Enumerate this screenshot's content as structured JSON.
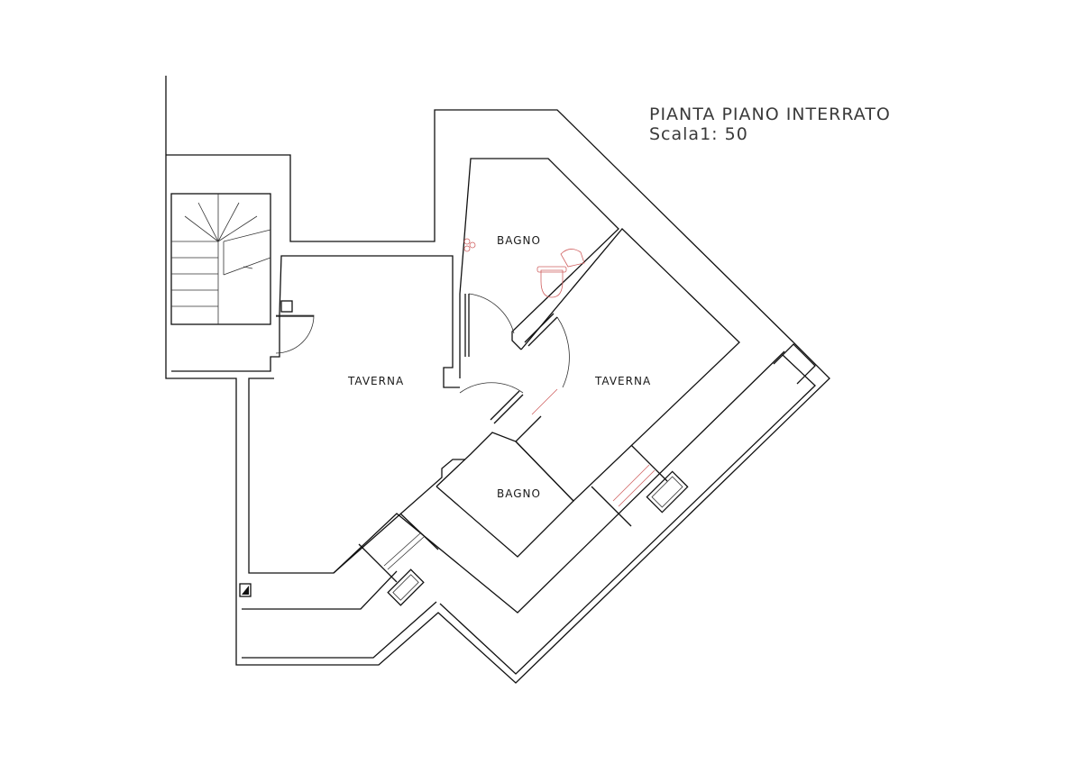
{
  "title": {
    "line1": "PIANTA PIANO INTERRATO",
    "line2": "Scala1: 50"
  },
  "rooms": {
    "taverna_left": "TAVERNA",
    "taverna_right": "TAVERNA",
    "bagno_top": "BAGNO",
    "bagno_bottom": "BAGNO"
  },
  "colors": {
    "line": "#111111",
    "fixture": "#d06060",
    "title_text": "#3a3a3a"
  }
}
